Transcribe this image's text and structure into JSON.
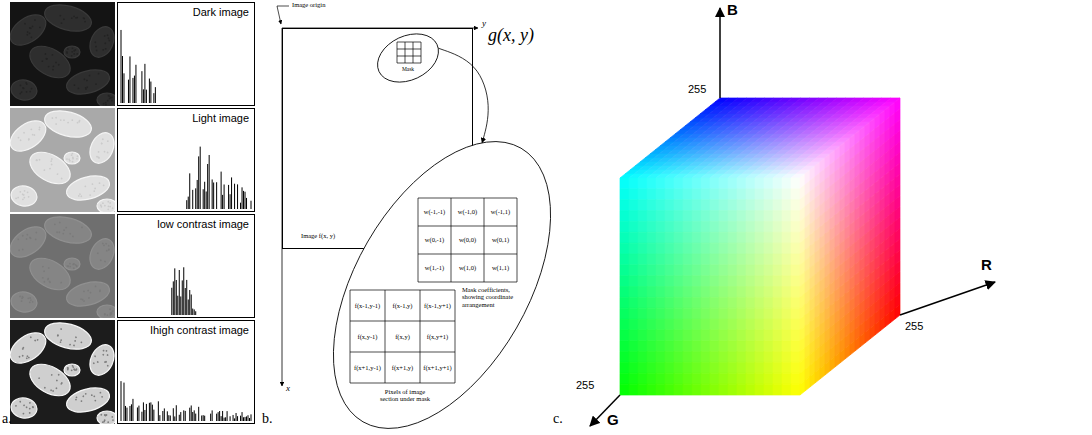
{
  "diagram": {
    "nodes": [
      {
        "text": [
          "Dark image"
        ]
      },
      {
        "text": [
          "Light image"
        ]
      },
      {
        "text": [
          "low contrast image"
        ]
      },
      {
        "text": [
          "Ihigh contrast image"
        ]
      },
      {
        "text": [
          "Image f(x, y)"
        ]
      },
      {
        "text": [
          "Mask"
        ],
        "in": 4
      },
      {
        "text": [
          "Mask coefficients, showing coordinate arrangement",
          "Pixels of image section under mask"
        ]
      }
    ],
    "edges": [
      {
        "from": 5,
        "to": 6,
        "arrow": "to"
      }
    ],
    "labels": [
      "a.",
      "b.",
      "c.",
      "Image origin",
      "y",
      "x",
      "g(x, y)",
      "w(-1,-1)",
      "w(-1,0)",
      "w(-1,1)",
      "w(0,-1)",
      "w(0,0)",
      "w(0,1)",
      "w(1,-1)",
      "w(1,0)",
      "w(1,1)",
      "f(x-1,y-1)",
      "f(x-1,y)",
      "f(x-1,y+1)",
      "f(x,y-1)",
      "f(x,y)",
      "f(x,y+1)",
      "f(x+1,y-1)",
      "f(x+1,y)",
      "f(x+1,y+1)",
      "B",
      "255",
      "R",
      "255",
      "G",
      "255"
    ]
  }
}
